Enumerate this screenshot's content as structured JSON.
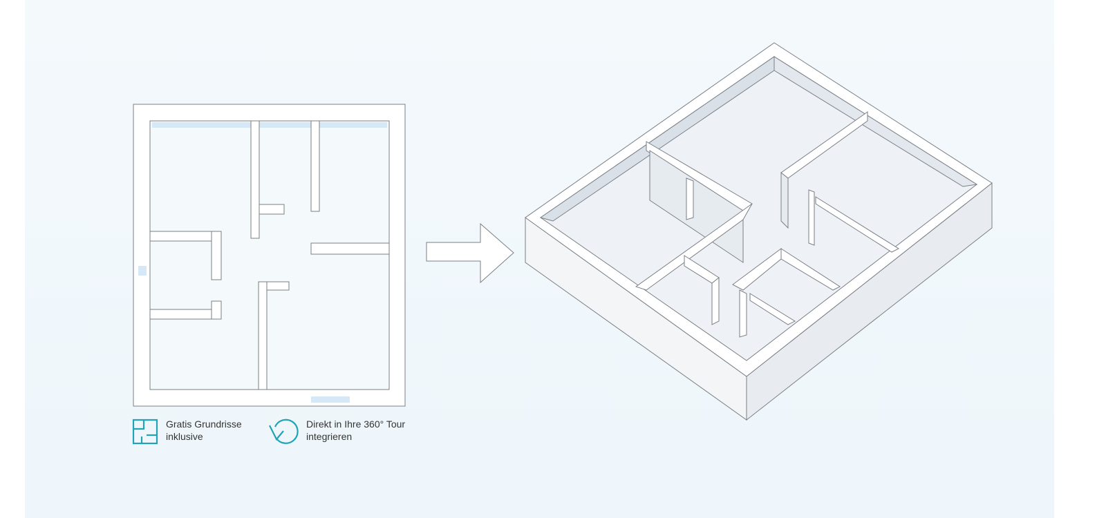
{
  "captions": [
    {
      "icon": "floorplan-icon",
      "line1": "Gratis Grundrisse",
      "line2": "inklusive"
    },
    {
      "icon": "rotate-360-icon",
      "line1": "Direkt in Ihre 360° Tour",
      "line2": "integrieren"
    }
  ],
  "colors": {
    "accent": "#1fa3b5",
    "line": "#7a7f86",
    "shadow": "#d6e8f5",
    "wall": "#e3e8ee"
  }
}
